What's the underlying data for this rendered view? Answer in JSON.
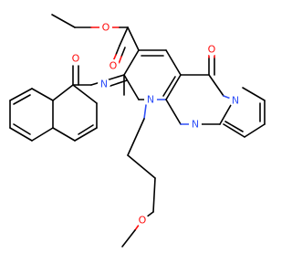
{
  "molecule": {
    "atoms": {
      "o_ester_carbonyl": {
        "symbol": "O",
        "color": "#ff0d0d"
      },
      "o_ester_ether": {
        "symbol": "O",
        "color": "#ff0d0d"
      },
      "o_ring_ketone": {
        "symbol": "O",
        "color": "#ff0d0d"
      },
      "o_amide": {
        "symbol": "O",
        "color": "#ff0d0d"
      },
      "o_methoxy": {
        "symbol": "O",
        "color": "#ff0d0d"
      },
      "n_imine": {
        "symbol": "N",
        "color": "#3050f8"
      },
      "n_ring_1": {
        "symbol": "N",
        "color": "#3050f8"
      },
      "n_ring_bridge": {
        "symbol": "N",
        "color": "#3050f8"
      },
      "n_ring_pyrido": {
        "symbol": "N",
        "color": "#3050f8"
      }
    },
    "colors": {
      "carbon_bond": "#000000",
      "oxygen": "#ff0d0d",
      "nitrogen": "#3050f8",
      "background": "#ffffff"
    }
  }
}
